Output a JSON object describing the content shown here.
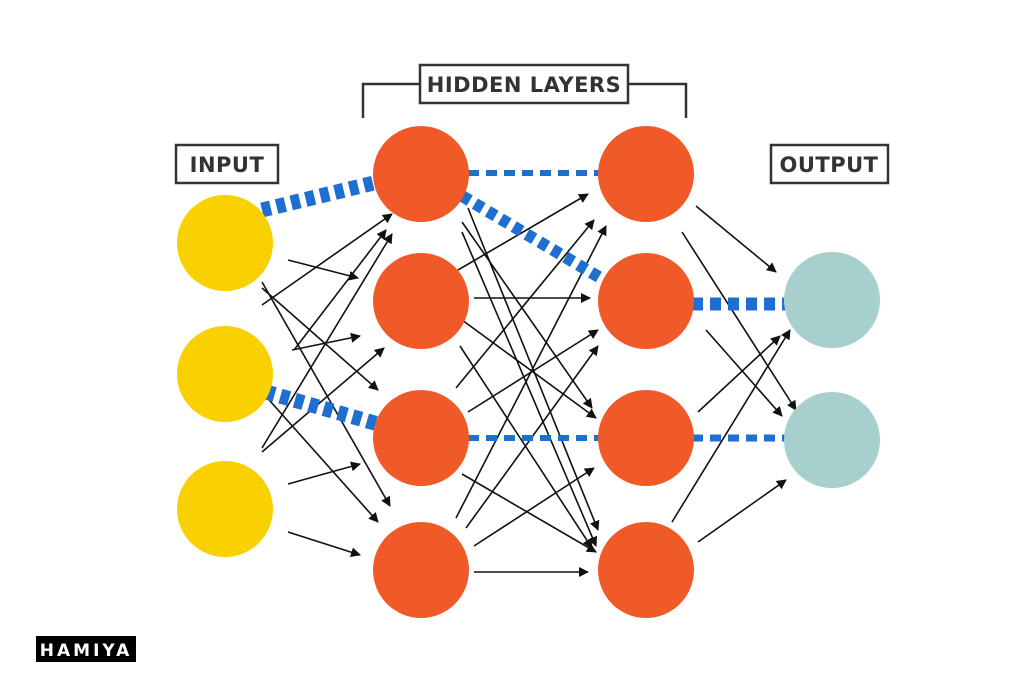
{
  "labels": {
    "hidden": "HIDDEN LAYERS",
    "input": "INPUT",
    "output": "OUTPUT"
  },
  "watermark": "HAMIYA",
  "colors": {
    "input_node": "#f9d000",
    "hidden_node": "#f05a28",
    "output_node": "#a7cfcd",
    "highlight_path": "#1f6fd1",
    "arrow": "#111111",
    "label_text": "#333333"
  },
  "layers": [
    {
      "name": "input",
      "node_count": 3
    },
    {
      "name": "hidden-1",
      "node_count": 4
    },
    {
      "name": "hidden-2",
      "node_count": 4
    },
    {
      "name": "output",
      "node_count": 2
    }
  ],
  "highlighted_connections": [
    {
      "from": "input-1",
      "to": "hidden1-1"
    },
    {
      "from": "input-2",
      "to": "hidden1-3"
    },
    {
      "from": "hidden1-1",
      "to": "hidden2-1"
    },
    {
      "from": "hidden1-1",
      "to": "hidden2-2"
    },
    {
      "from": "hidden1-3",
      "to": "hidden2-3"
    },
    {
      "from": "hidden2-2",
      "to": "output-1"
    },
    {
      "from": "hidden2-3",
      "to": "output-2"
    }
  ]
}
